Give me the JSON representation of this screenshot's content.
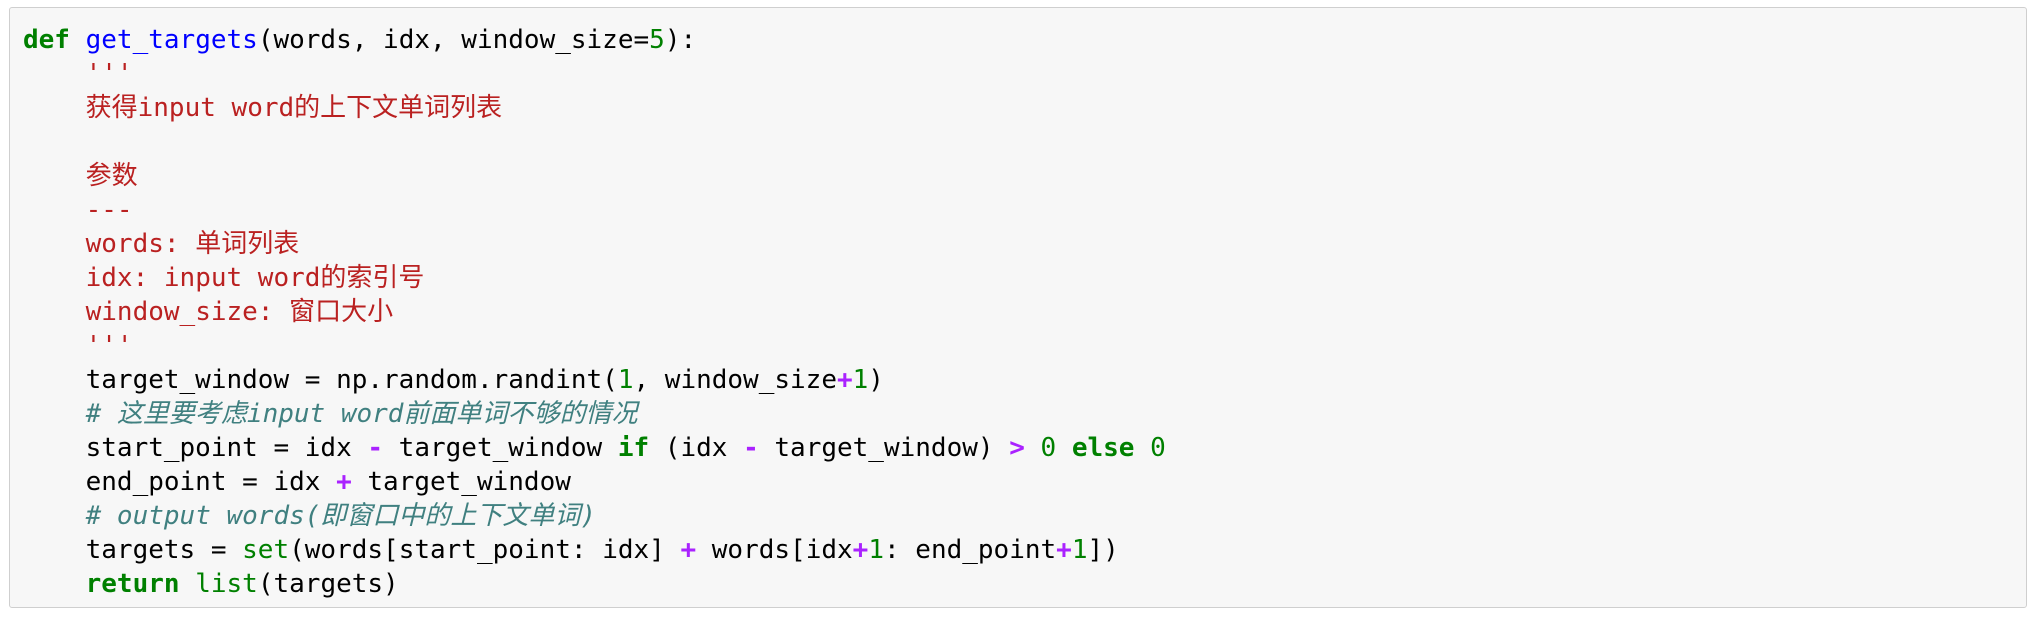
{
  "code_cell": {
    "lines": [
      [
        {
          "t": "def",
          "c": "kw"
        },
        {
          "t": " ",
          "c": "plain"
        },
        {
          "t": "get_targets",
          "c": "fn"
        },
        {
          "t": "(words, idx, window_size=",
          "c": "plain"
        },
        {
          "t": "5",
          "c": "num"
        },
        {
          "t": "):",
          "c": "plain"
        }
      ],
      [
        {
          "t": "    ",
          "c": "plain"
        },
        {
          "t": "'''",
          "c": "str"
        }
      ],
      [
        {
          "t": "    ",
          "c": "plain"
        },
        {
          "t": "获得input word的上下文单词列表",
          "c": "str"
        }
      ],
      [
        {
          "t": "",
          "c": "plain"
        }
      ],
      [
        {
          "t": "    ",
          "c": "plain"
        },
        {
          "t": "参数",
          "c": "str"
        }
      ],
      [
        {
          "t": "    ",
          "c": "plain"
        },
        {
          "t": "---",
          "c": "str"
        }
      ],
      [
        {
          "t": "    ",
          "c": "plain"
        },
        {
          "t": "words: 单词列表",
          "c": "str"
        }
      ],
      [
        {
          "t": "    ",
          "c": "plain"
        },
        {
          "t": "idx: input word的索引号",
          "c": "str"
        }
      ],
      [
        {
          "t": "    ",
          "c": "plain"
        },
        {
          "t": "window_size: 窗口大小",
          "c": "str"
        }
      ],
      [
        {
          "t": "    ",
          "c": "plain"
        },
        {
          "t": "'''",
          "c": "str"
        }
      ],
      [
        {
          "t": "    target_window = np.random.randint(",
          "c": "plain"
        },
        {
          "t": "1",
          "c": "num"
        },
        {
          "t": ", window_size",
          "c": "plain"
        },
        {
          "t": "+",
          "c": "op"
        },
        {
          "t": "1",
          "c": "num"
        },
        {
          "t": ")",
          "c": "plain"
        }
      ],
      [
        {
          "t": "    ",
          "c": "plain"
        },
        {
          "t": "# 这里要考虑input word前面单词不够的情况",
          "c": "cmt"
        }
      ],
      [
        {
          "t": "    start_point = idx ",
          "c": "plain"
        },
        {
          "t": "-",
          "c": "op"
        },
        {
          "t": " target_window ",
          "c": "plain"
        },
        {
          "t": "if",
          "c": "kw"
        },
        {
          "t": " (idx ",
          "c": "plain"
        },
        {
          "t": "-",
          "c": "op"
        },
        {
          "t": " target_window) ",
          "c": "plain"
        },
        {
          "t": ">",
          "c": "op"
        },
        {
          "t": " ",
          "c": "plain"
        },
        {
          "t": "0",
          "c": "num"
        },
        {
          "t": " ",
          "c": "plain"
        },
        {
          "t": "else",
          "c": "kw"
        },
        {
          "t": " ",
          "c": "plain"
        },
        {
          "t": "0",
          "c": "num"
        }
      ],
      [
        {
          "t": "    end_point = idx ",
          "c": "plain"
        },
        {
          "t": "+",
          "c": "op"
        },
        {
          "t": " target_window",
          "c": "plain"
        }
      ],
      [
        {
          "t": "    ",
          "c": "plain"
        },
        {
          "t": "# output words(即窗口中的上下文单词)",
          "c": "cmt"
        }
      ],
      [
        {
          "t": "    targets = ",
          "c": "plain"
        },
        {
          "t": "set",
          "c": "builtin"
        },
        {
          "t": "(words[start_point: idx] ",
          "c": "plain"
        },
        {
          "t": "+",
          "c": "op"
        },
        {
          "t": " words[idx",
          "c": "plain"
        },
        {
          "t": "+",
          "c": "op"
        },
        {
          "t": "1",
          "c": "num"
        },
        {
          "t": ": end_point",
          "c": "plain"
        },
        {
          "t": "+",
          "c": "op"
        },
        {
          "t": "1",
          "c": "num"
        },
        {
          "t": "])",
          "c": "plain"
        }
      ],
      [
        {
          "t": "    ",
          "c": "plain"
        },
        {
          "t": "return",
          "c": "kw"
        },
        {
          "t": " ",
          "c": "plain"
        },
        {
          "t": "list",
          "c": "builtin"
        },
        {
          "t": "(targets)",
          "c": "plain"
        }
      ]
    ]
  }
}
